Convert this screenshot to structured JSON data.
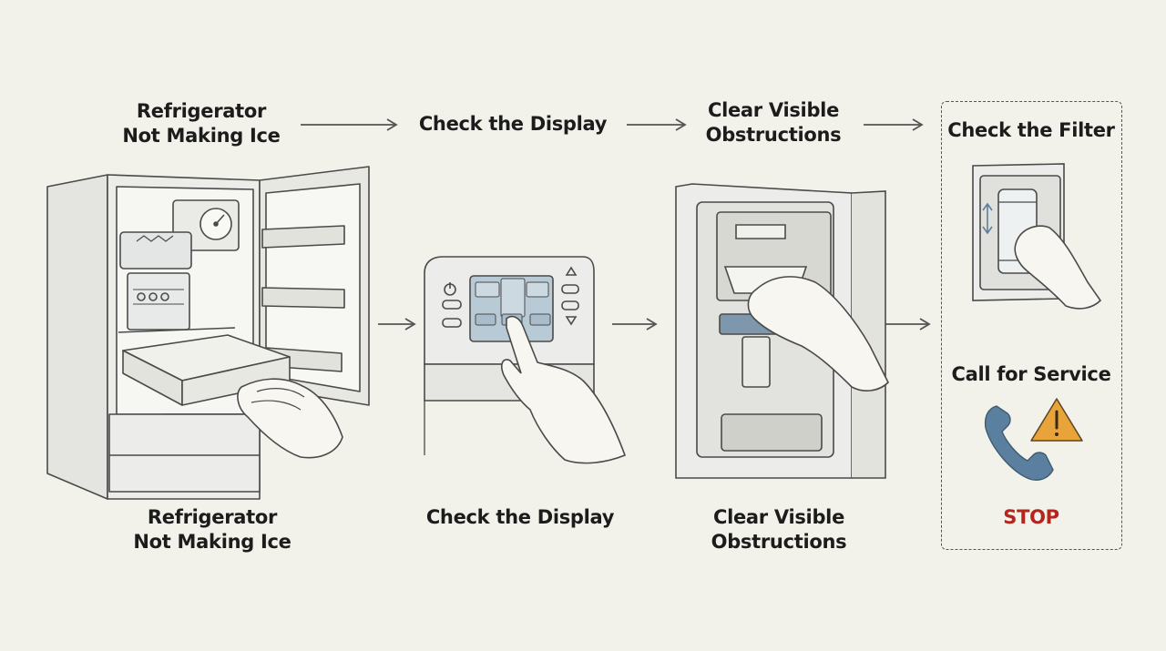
{
  "header_steps": [
    {
      "lines": [
        "Refrigerator",
        "Not Making Ice"
      ]
    },
    {
      "lines": [
        "Check the Display"
      ]
    },
    {
      "lines": [
        "Clear Visible",
        "Obstructions"
      ]
    }
  ],
  "captions": [
    {
      "lines": [
        "Refrigerator",
        "Not Making Ice"
      ]
    },
    {
      "lines": [
        "Check the Display"
      ]
    },
    {
      "lines": [
        "Clear Visible",
        "Obstructions"
      ]
    }
  ],
  "final_box": {
    "filter_title": "Check the Filter",
    "service_title": "Call for Service",
    "stop_label": "STOP"
  },
  "icons": [
    "gauge-icon",
    "power-icon",
    "phone-icon",
    "warning-icon",
    "arrow-icon"
  ],
  "colors": {
    "stop_text": "#b3261e",
    "warning_fill": "#e8a33a",
    "phone_fill": "#5b7f9e",
    "panel_screen": "#b8cad6"
  }
}
